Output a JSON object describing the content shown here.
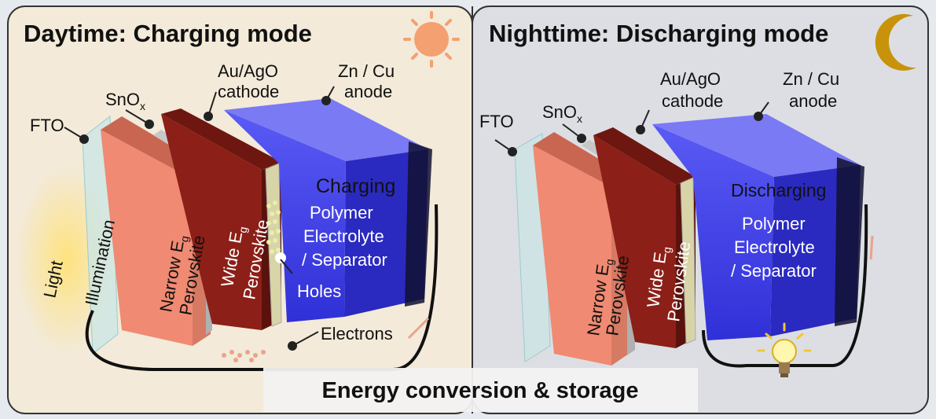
{
  "left_panel": {
    "title": "Daytime: Charging mode",
    "labels": {
      "fto": "FTO",
      "snox_base": "SnO",
      "snox_sub": "x",
      "cathode_line1": "Au/AgO",
      "cathode_line2": "cathode",
      "anode_line1": "Zn / Cu",
      "anode_line2": "anode",
      "mode": "Charging",
      "electrolyte_line1": "Polymer",
      "electrolyte_line2": "Electrolyte",
      "electrolyte_line3": "/ Separator",
      "holes": "Holes",
      "electrons": "Electrons",
      "light_line1": "Light",
      "light_line2": "Illumination",
      "narrow_line1": "Narrow E",
      "narrow_sub": "g",
      "narrow_line2": "Perovskite",
      "wide_line1": "Wide E",
      "wide_sub": "g",
      "wide_line2": "Perovskite"
    }
  },
  "right_panel": {
    "title": "Nighttime: Discharging mode",
    "labels": {
      "fto": "FTO",
      "snox_base": "SnO",
      "snox_sub": "x",
      "cathode_line1": "Au/AgO",
      "cathode_line2": "cathode",
      "anode_line1": "Zn / Cu",
      "anode_line2": "anode",
      "mode": "Discharging",
      "electrolyte_line1": "Polymer",
      "electrolyte_line2": "Electrolyte",
      "electrolyte_line3": "/ Separator",
      "narrow_line1": "Narrow E",
      "narrow_sub": "g",
      "narrow_line2": "Perovskite",
      "wide_line1": "Wide E",
      "wide_sub": "g",
      "wide_line2": "Perovskite"
    }
  },
  "caption": "Energy conversion & storage",
  "colors": {
    "day_bg": "#f3ead9",
    "night_bg": "#dcdee3",
    "narrow_layer": "#f08a72",
    "wide_layer": "#8c1f17",
    "electrolyte": "#3f3ff0",
    "charging_text": "#e01818",
    "discharging_text": "#f0b830",
    "sun": "#f4a070",
    "moon": "#c8920a"
  },
  "icons": [
    "sun-icon",
    "moon-icon",
    "light-bulb-icon"
  ]
}
